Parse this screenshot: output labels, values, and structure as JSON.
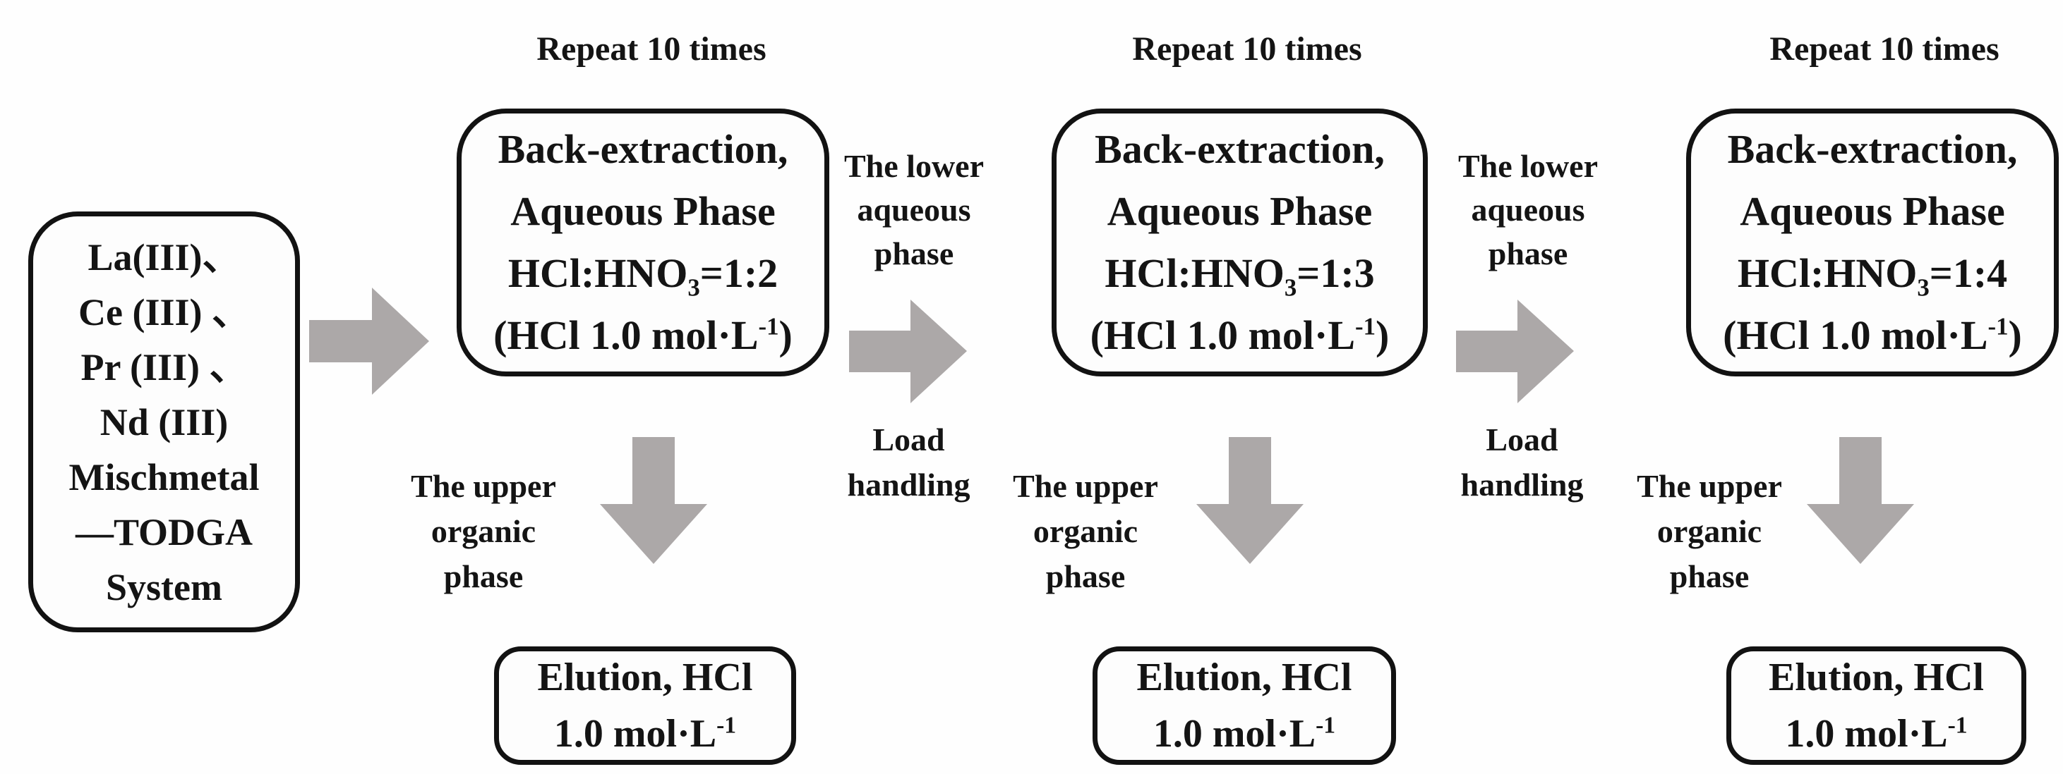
{
  "diagram": {
    "background_color": "#fefefe",
    "text_color": "#141414",
    "box_border_color": "#121212",
    "arrow_color": "#aca8a8",
    "source_box": {
      "lines": [
        "La(III)、",
        "Ce (III) 、",
        "Pr (III) 、",
        "Nd (III)",
        "Mischmetal",
        "—TODGA",
        "System"
      ]
    },
    "stages": [
      {
        "repeat_label": "Repeat 10 times",
        "box": {
          "line1": "Back-extraction,",
          "line2": "Aqueous Phase",
          "ratio_pre": "HCl:HNO",
          "ratio_sub": "3",
          "ratio_post": "=1:2",
          "conc_pre": "(HCl 1.0 mol·L",
          "conc_sup": "-1",
          "conc_post": ")"
        },
        "lower_phase_label": {
          "line1": "The lower",
          "line2": "aqueous",
          "line3": "phase"
        },
        "load_label": {
          "line1": "Load",
          "line2": "handling"
        },
        "upper_phase_label": {
          "line1": "The upper",
          "line2": "organic",
          "line3": "phase"
        },
        "elution_box": {
          "line1": "Elution, HCl",
          "conc_pre": "1.0 mol·L",
          "conc_sup": "-1"
        }
      },
      {
        "repeat_label": "Repeat 10 times",
        "box": {
          "line1": "Back-extraction,",
          "line2": "Aqueous Phase",
          "ratio_pre": "HCl:HNO",
          "ratio_sub": "3",
          "ratio_post": "=1:3",
          "conc_pre": "(HCl 1.0 mol·L",
          "conc_sup": "-1",
          "conc_post": ")"
        },
        "lower_phase_label": {
          "line1": "The lower",
          "line2": "aqueous",
          "line3": "phase"
        },
        "load_label": {
          "line1": "Load",
          "line2": "handling"
        },
        "upper_phase_label": {
          "line1": "The upper",
          "line2": "organic",
          "line3": "phase"
        },
        "elution_box": {
          "line1": "Elution, HCl",
          "conc_pre": "1.0 mol·L",
          "conc_sup": "-1"
        }
      },
      {
        "repeat_label": "Repeat 10 times",
        "box": {
          "line1": "Back-extraction,",
          "line2": "Aqueous Phase",
          "ratio_pre": "HCl:HNO",
          "ratio_sub": "3",
          "ratio_post": "=1:4",
          "conc_pre": "(HCl 1.0 mol·L",
          "conc_sup": "-1",
          "conc_post": ")"
        },
        "upper_phase_label": {
          "line1": "The upper",
          "line2": "organic",
          "line3": "phase"
        },
        "elution_box": {
          "line1": "Elution, HCl",
          "conc_pre": "1.0 mol·L",
          "conc_sup": "-1"
        }
      }
    ]
  }
}
